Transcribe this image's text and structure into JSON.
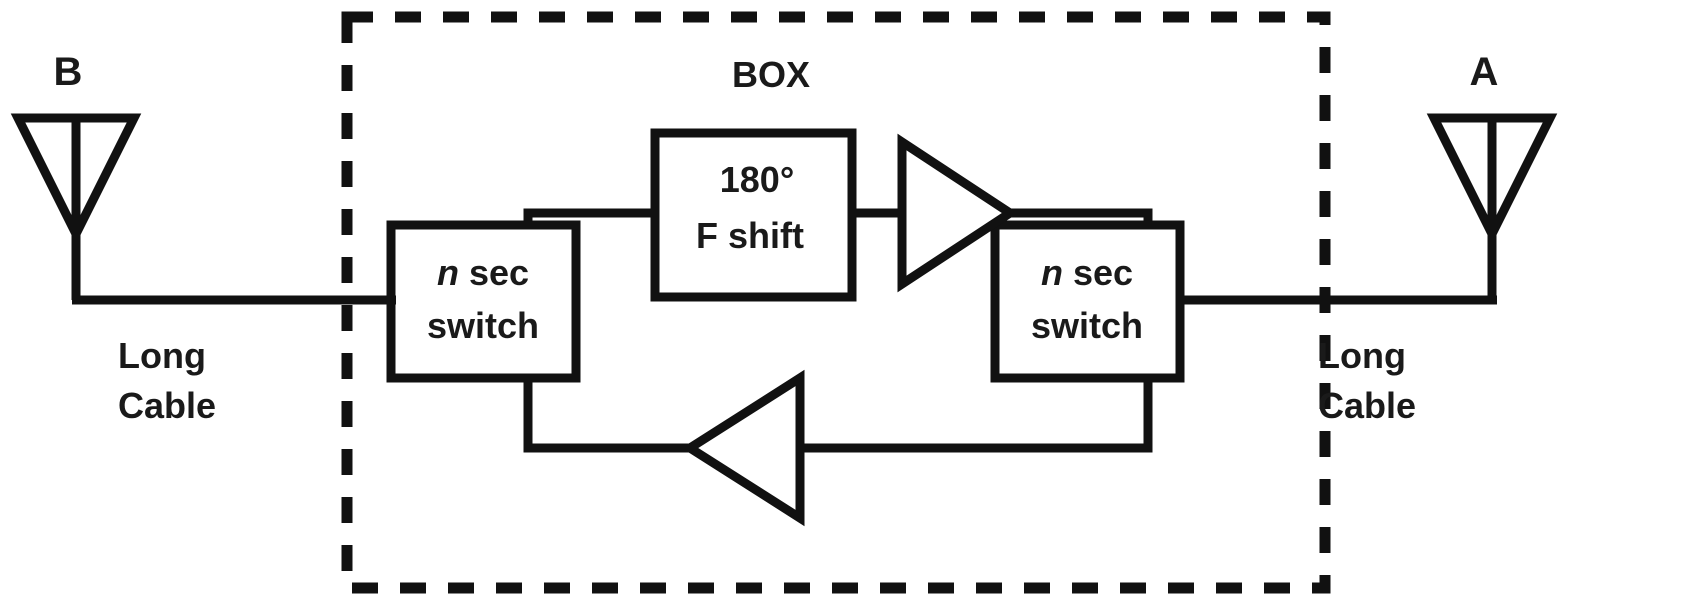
{
  "diagram": {
    "title": "Two-antenna repeater with n sec switches inside a BOX",
    "colors": {
      "stroke": "#111111",
      "text": "#1a1a1a",
      "background": "#ffffff"
    },
    "antennas": [
      {
        "id": "antenna-b",
        "label": "B",
        "side": "left"
      },
      {
        "id": "antenna-a",
        "label": "A",
        "side": "right"
      }
    ],
    "cables": [
      {
        "id": "cable-left",
        "line1": "Long",
        "line2": "Cable"
      },
      {
        "id": "cable-right",
        "line1": "Long",
        "line2": "Cable"
      }
    ],
    "enclosure": {
      "label": "BOX",
      "style": "dashed"
    },
    "blocks": [
      {
        "id": "switch-left",
        "line1": "n",
        "line1_italic": true,
        "line1_rest": "sec",
        "line2": "switch"
      },
      {
        "id": "phase-shifter",
        "line1": "180°",
        "line2": "F  shift"
      },
      {
        "id": "switch-right",
        "line1": "n",
        "line1_italic": true,
        "line1_rest": "sec",
        "line2": "switch"
      }
    ],
    "amplifiers": [
      {
        "id": "amplifier-top",
        "direction": "right"
      },
      {
        "id": "amplifier-bottom",
        "direction": "left"
      }
    ]
  }
}
